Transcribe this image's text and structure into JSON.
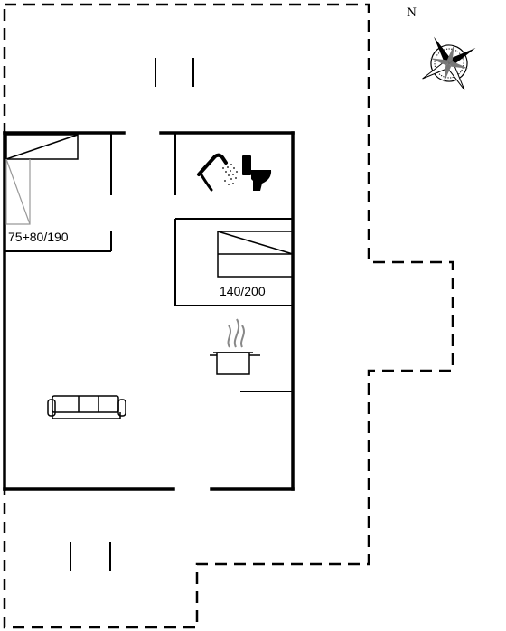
{
  "plan": {
    "compass_label": "N",
    "bed_left_label": "75+80/190",
    "bed_right_label": "140/200"
  },
  "icons": {
    "compass": "compass-rose-icon",
    "shower": "shower-icon",
    "toilet": "toilet-icon",
    "cooking_pot": "cooking-pot-icon",
    "sofa": "sofa-icon"
  },
  "colors": {
    "wall": "#000000",
    "background": "#ffffff",
    "light_line": "#999999"
  }
}
